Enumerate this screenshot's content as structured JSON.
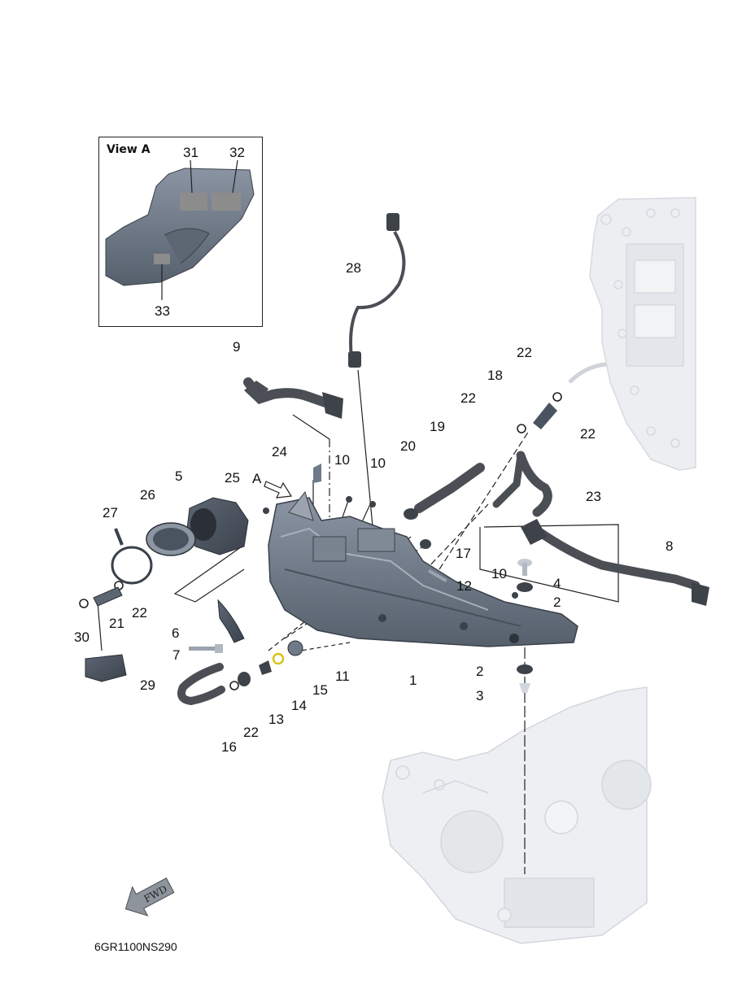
{
  "inset": {
    "title": "View A",
    "labels": [
      "31",
      "32",
      "33"
    ]
  },
  "callouts": {
    "c1": "1",
    "c2a": "2",
    "c2b": "2",
    "c3": "3",
    "c4": "4",
    "c5": "5",
    "c6": "6",
    "c7": "7",
    "c8": "8",
    "c9": "9",
    "c10a": "10",
    "c10b": "10",
    "c10c": "10",
    "c11": "11",
    "c12": "12",
    "c13": "13",
    "c14": "14",
    "c15": "15",
    "c16": "16",
    "c17": "17",
    "c18": "18",
    "c19": "19",
    "c20": "20",
    "c21": "21",
    "c22a": "22",
    "c22b": "22",
    "c22c": "22",
    "c22d": "22",
    "c22e": "22",
    "c23": "23",
    "c24": "24",
    "c25": "25",
    "c26": "26",
    "c27": "27",
    "c28": "28",
    "c29": "29",
    "c30": "30",
    "cA": "A"
  },
  "fwd_label": "FWD",
  "diagram_code": "6GR1100NS290",
  "colors": {
    "part": "#6f7a88",
    "part_dark": "#4a5360",
    "hose": "#4b4f55",
    "ghost": "#e6e9ec",
    "gasket": "#d9c21a"
  }
}
